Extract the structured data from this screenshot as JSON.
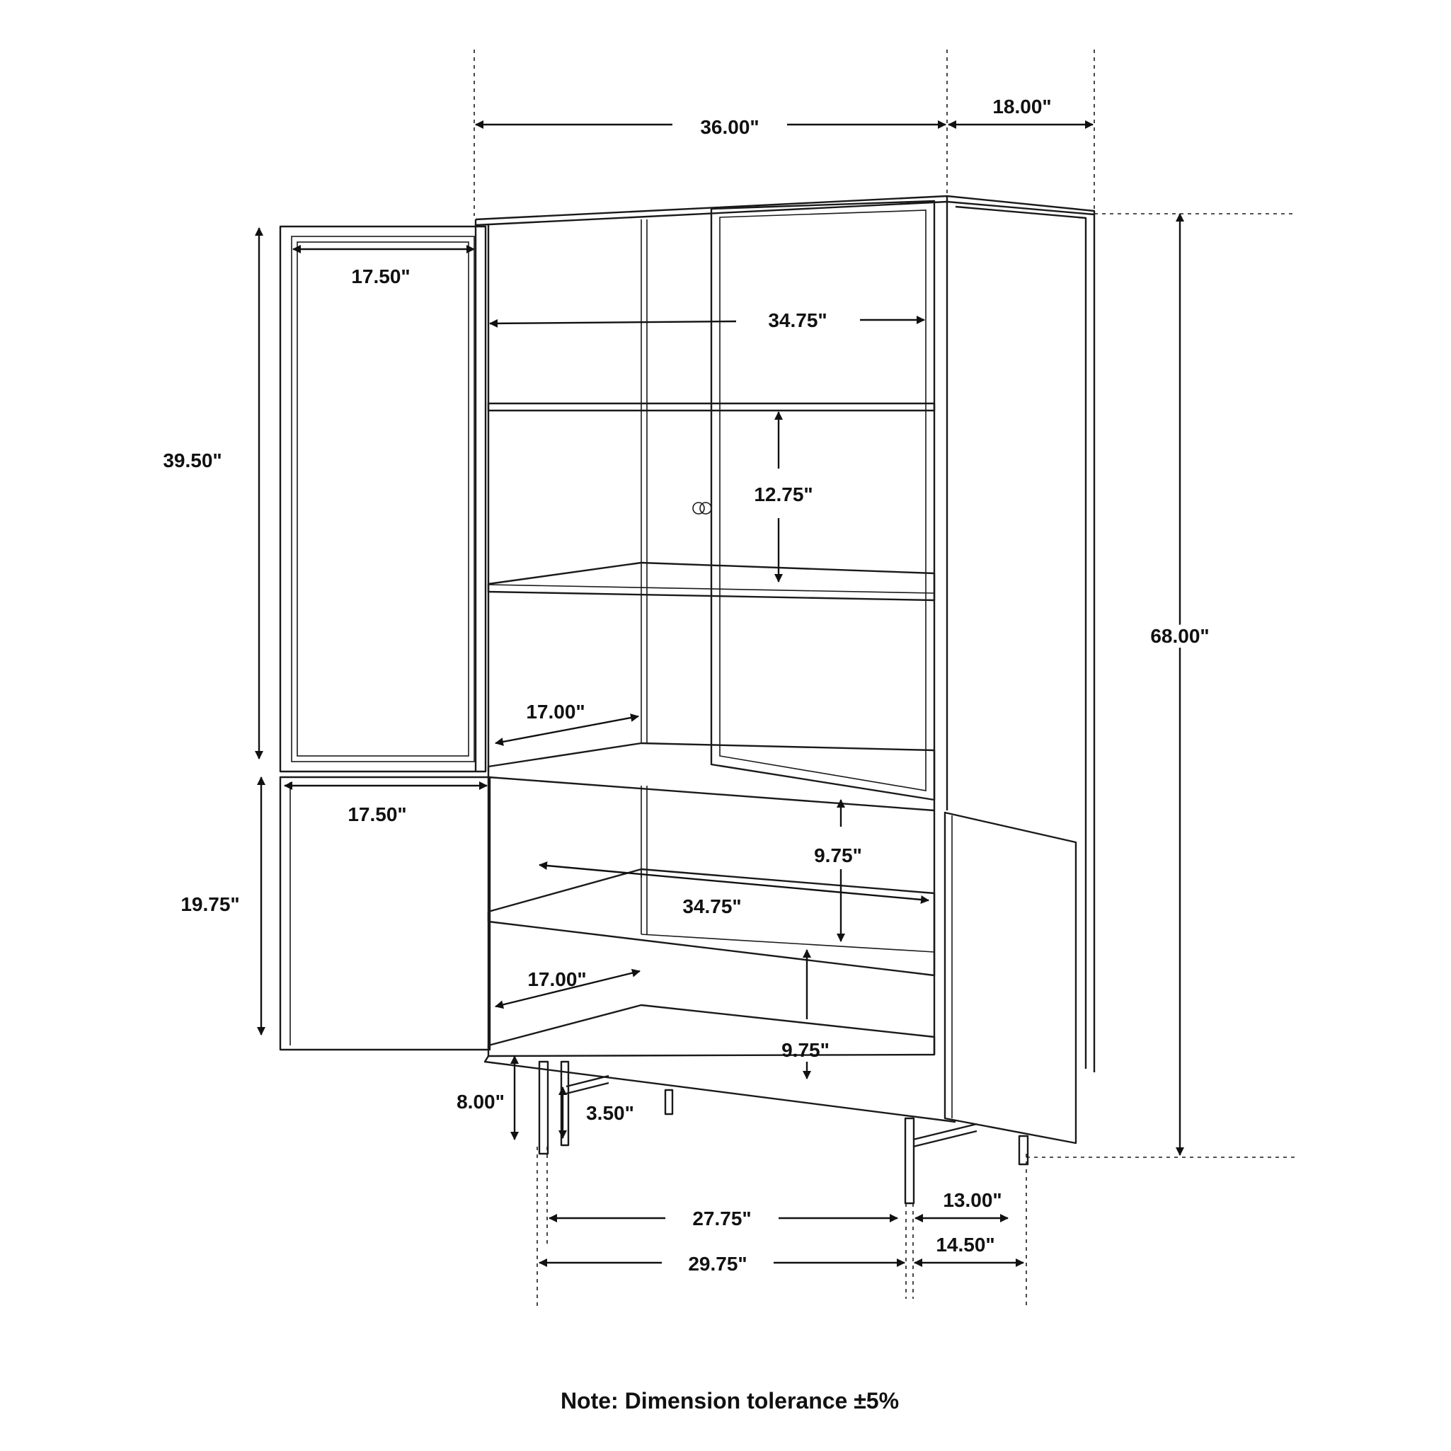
{
  "dimensions": {
    "overall_width": "36.00\"",
    "overall_depth": "18.00\"",
    "overall_height": "68.00\"",
    "upper_door_width": "17.50\"",
    "upper_interior_width": "34.75\"",
    "upper_door_height": "39.50\"",
    "upper_shelf_spacing": "12.75\"",
    "upper_shelf_depth": "17.00\"",
    "lower_door_width": "17.50\"",
    "lower_door_height": "19.75\"",
    "lower_upper_clearance": "9.75\"",
    "lower_interior_width": "34.75\"",
    "lower_shelf_depth": "17.00\"",
    "lower_bottom_clearance": "9.75\"",
    "leg_height": "8.00\"",
    "stretcher_height": "3.50\"",
    "leg_span_inner": "27.75\"",
    "leg_span_outer": "29.75\"",
    "leg_depth_inner": "13.00\"",
    "leg_depth_outer": "14.50\""
  },
  "note": "Note: Dimension tolerance ±5%"
}
